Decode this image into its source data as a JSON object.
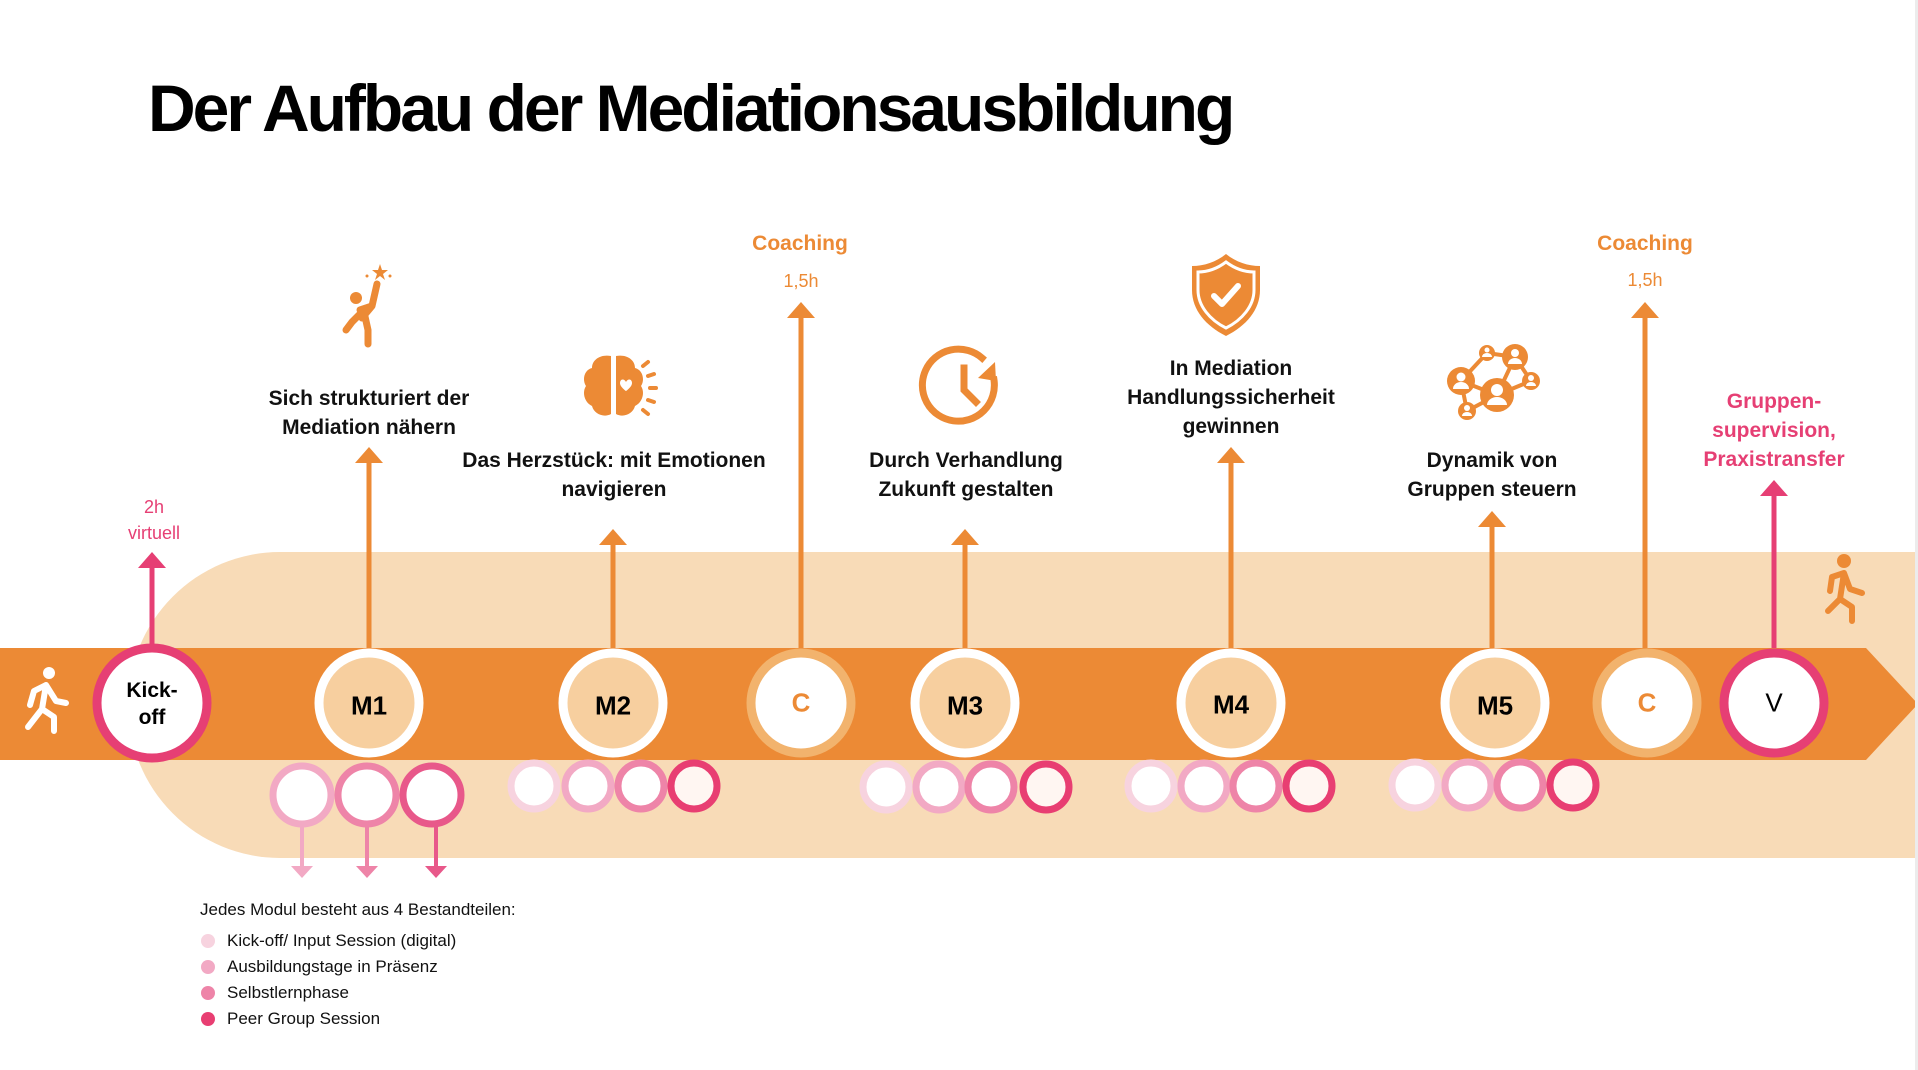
{
  "title": "Der Aufbau der Mediationsausbildung",
  "colors": {
    "orange": "#ec8a35",
    "tan": "#f8dbb7",
    "tan_node": "#f7cf9f",
    "light_orange_ring": "#f2b36d",
    "pink": "#e63f74",
    "pink_1": "#f7d3df",
    "pink_2": "#f2a9c4",
    "pink_3": "#ee84a8",
    "pink_4": "#e83e72"
  },
  "nodes": [
    {
      "id": "kickoff",
      "label": "Kick-\noff",
      "type": "kickoff"
    },
    {
      "id": "m1",
      "label": "M1",
      "type": "module"
    },
    {
      "id": "m2",
      "label": "M2",
      "type": "module"
    },
    {
      "id": "c1",
      "label": "C",
      "type": "coaching"
    },
    {
      "id": "m3",
      "label": "M3",
      "type": "module"
    },
    {
      "id": "m4",
      "label": "M4",
      "type": "module"
    },
    {
      "id": "m5",
      "label": "M5",
      "type": "module"
    },
    {
      "id": "c2",
      "label": "C",
      "type": "coaching"
    },
    {
      "id": "v",
      "label": "V",
      "type": "final"
    }
  ],
  "annotations": {
    "kickoff": {
      "line1": "2h",
      "line2": "virtuell"
    },
    "m1": {
      "text": "Sich strukturiert der\nMediation nähern",
      "icon": "reaching-star-person-icon"
    },
    "m2": {
      "text": "Das Herzstück: mit Emotionen\nnavigieren",
      "icon": "brain-heart-icon"
    },
    "c1": {
      "title": "Coaching",
      "duration": "1,5h"
    },
    "m3": {
      "text": "Durch Verhandlung\nZukunft gestalten",
      "icon": "clock-refresh-icon"
    },
    "m4": {
      "text": "In Mediation\nHandlungssicherheit\ngewinnen",
      "icon": "shield-check-icon"
    },
    "m5": {
      "text": "Dynamik von\nGruppen steuern",
      "icon": "people-network-icon"
    },
    "c2": {
      "title": "Coaching",
      "duration": "1,5h"
    },
    "v": {
      "text": "Gruppen-\nsupervision,\nPraxistransfer"
    }
  },
  "legend": {
    "heading": "Jedes Modul besteht aus 4 Bestandteilen:",
    "items": [
      {
        "label": "Kick-off/ Input Session (digital)",
        "color": "#f7d3df"
      },
      {
        "label": "Ausbildungstage in Präsenz",
        "color": "#f2a9c4"
      },
      {
        "label": "Selbstlernphase",
        "color": "#ee84a8"
      },
      {
        "label": "Peer Group Session",
        "color": "#e83e72"
      }
    ]
  }
}
